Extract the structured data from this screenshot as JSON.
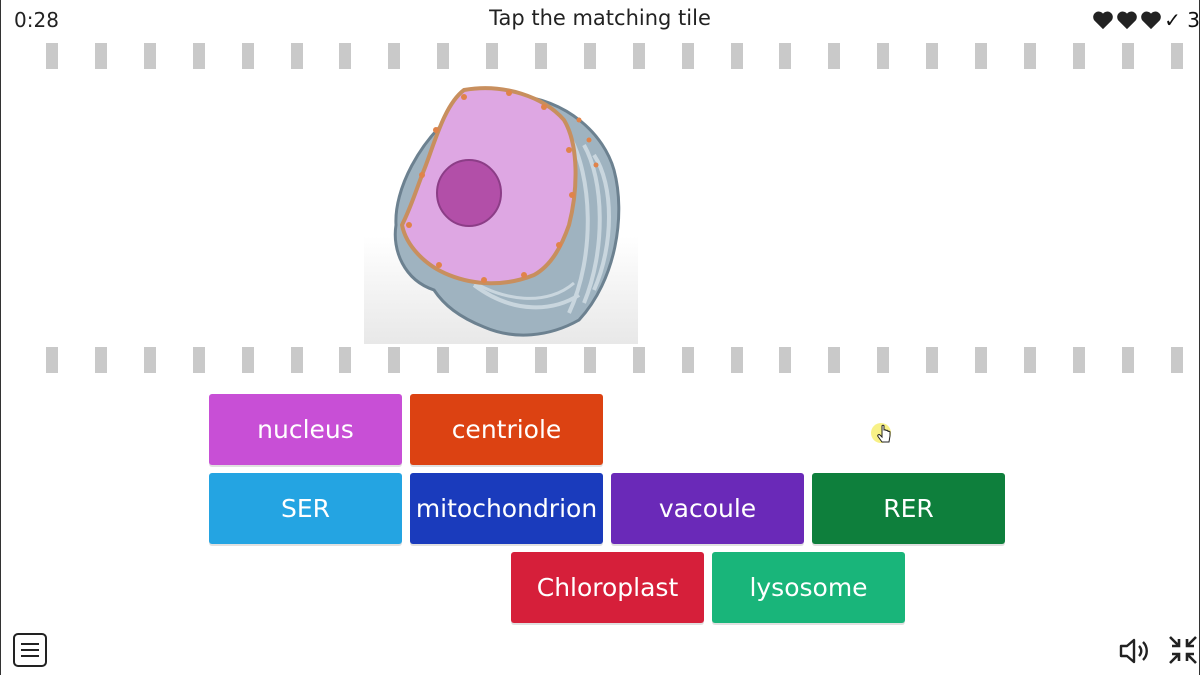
{
  "header": {
    "timer": "0:28",
    "instruction": "Tap the matching tile",
    "lives_icon": "heart-icon",
    "lives_count": 3,
    "score_mark": "✓ 3"
  },
  "question": {
    "image_icon": "animal-cell-diagram"
  },
  "tiles": [
    {
      "label": "nucleus",
      "color": "#c84fd6"
    },
    {
      "label": "centriole",
      "color": "#dc4212"
    },
    {
      "label": "SER",
      "color": "#24a4e2"
    },
    {
      "label": "mitochondrion",
      "color": "#1a3bbc"
    },
    {
      "label": "vacoule",
      "color": "#6a29b8"
    },
    {
      "label": "RER",
      "color": "#0e7f3c"
    },
    {
      "label": "Chloroplast",
      "color": "#d61f3a"
    },
    {
      "label": "lysosome",
      "color": "#19b57a"
    }
  ],
  "footer": {
    "menu_icon": "menu-icon",
    "sound_icon": "speaker-icon",
    "collapse_icon": "collapse-icon"
  }
}
